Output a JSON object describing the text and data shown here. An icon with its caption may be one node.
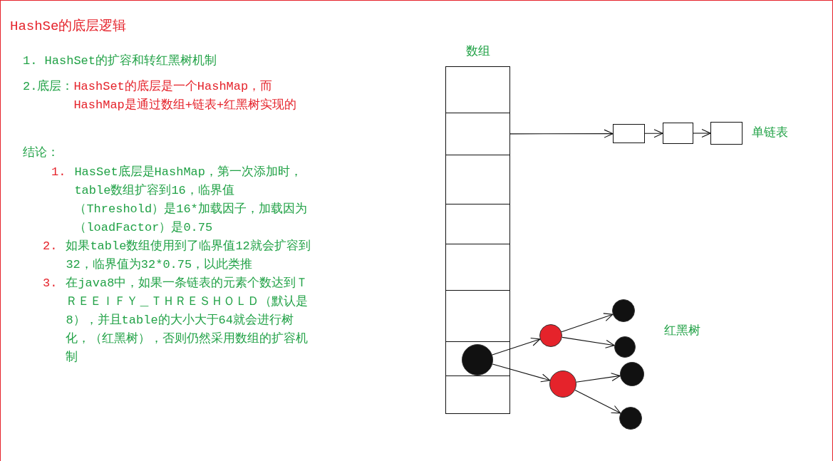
{
  "diagram": {
    "title": "HashSe的底层逻辑",
    "nodes": [
      {
        "text": [
          "数组"
        ]
      },
      {
        "text": [],
        "shape": "box",
        "in": 0
      },
      {
        "text": [],
        "shape": "box",
        "in": 0
      },
      {
        "text": [],
        "shape": "box",
        "in": 0
      },
      {
        "text": [],
        "shape": "box",
        "in": 0
      },
      {
        "text": [],
        "shape": "box",
        "in": 0
      },
      {
        "text": [],
        "shape": "box",
        "in": 0
      },
      {
        "text": [],
        "shape": "box",
        "in": 0
      },
      {
        "text": [],
        "shape": "box",
        "in": 0
      },
      {
        "text": [],
        "shape": "box"
      },
      {
        "text": [],
        "shape": "box"
      },
      {
        "text": [],
        "shape": "box",
        "beside": [
          "单链表"
        ]
      },
      {
        "text": [],
        "shape": "circle",
        "in": 7
      },
      {
        "text": [],
        "shape": "circle"
      },
      {
        "text": [],
        "shape": "circle"
      },
      {
        "text": [],
        "shape": "circle"
      },
      {
        "text": [],
        "shape": "circle"
      },
      {
        "text": [],
        "shape": "circle"
      },
      {
        "text": [],
        "shape": "circle"
      }
    ],
    "edges": [
      {
        "from": 2,
        "to": 9,
        "arrow": "to"
      },
      {
        "from": 9,
        "to": 10,
        "arrow": "to"
      },
      {
        "from": 10,
        "to": 11,
        "arrow": "to"
      },
      {
        "from": 12,
        "to": 13,
        "arrow": "to"
      },
      {
        "from": 12,
        "to": 14,
        "arrow": "to"
      },
      {
        "from": 13,
        "to": 15,
        "arrow": "to"
      },
      {
        "from": 13,
        "to": 16,
        "arrow": "to"
      },
      {
        "from": 14,
        "to": 17,
        "arrow": "to"
      },
      {
        "from": 14,
        "to": 18,
        "arrow": "to"
      }
    ],
    "labels": [
      "1. HashSet的扩容和转红黑树机制",
      "2.底层：",
      "HashSet的底层是一个HashMap，而HashMap是通过数组+链表+红黑树实现的",
      "结论：",
      "1.",
      "HasSet底层是HashMap，第一次添加时，table数组扩容到16，临界值（Threshold）是16*加载因子，加载因为（loadFactor）是0.75",
      "2.",
      "如果table数组使用到了临界值12就会扩容到32，临界值为32*0.75，以此类推",
      "3.",
      "在java8中，如果一条链表的元素个数达到ＴＲＥＥＩＦＹ＿ＴＨＲＥＳＨＯＬＤ（默认是8），并且table的大小大于64就会进行树化，（红黑树），否则仍然采用数组的扩容机制",
      "红黑树"
    ]
  }
}
